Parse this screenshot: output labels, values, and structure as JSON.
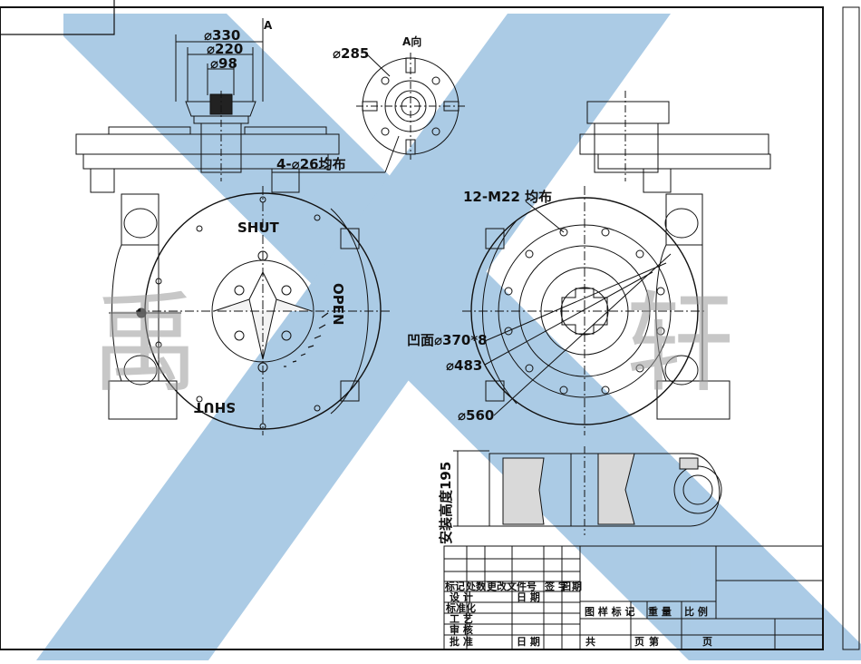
{
  "watermark": {
    "left_glyph": "禹",
    "right_glyph": "轩",
    "x_color": "#7fb0d8",
    "glyph_color": "#9a9a9a"
  },
  "top_view": {
    "dim_330": "⌀330",
    "dim_220": "⌀220",
    "dim_98": "⌀98",
    "arrow_label": "A"
  },
  "a_view": {
    "title": "A向",
    "dim_285": "⌀285",
    "holes": "4-⌀26均布"
  },
  "front_view": {
    "shut_top": "SHUT",
    "shut_bottom": "SHUT",
    "open": "OPEN"
  },
  "rear_view": {
    "bolt_holes": "12-M22 均布",
    "recess": "凹面⌀370*8",
    "dim_483": "⌀483",
    "dim_560": "⌀560"
  },
  "section_view": {
    "install_height": "安装高度195"
  },
  "title_block": {
    "header_row": [
      "标记",
      "处数",
      "更改文件号",
      "签 字",
      "日期"
    ],
    "design": "设 计",
    "standardize": "标准化",
    "process": "工 艺",
    "review": "审 核",
    "approve": "批 准",
    "date": "日 期",
    "meta_row": [
      "图 样 标 记",
      "重 量",
      "比 例"
    ],
    "total": "共",
    "page_word": "页",
    "sheet": "第"
  }
}
